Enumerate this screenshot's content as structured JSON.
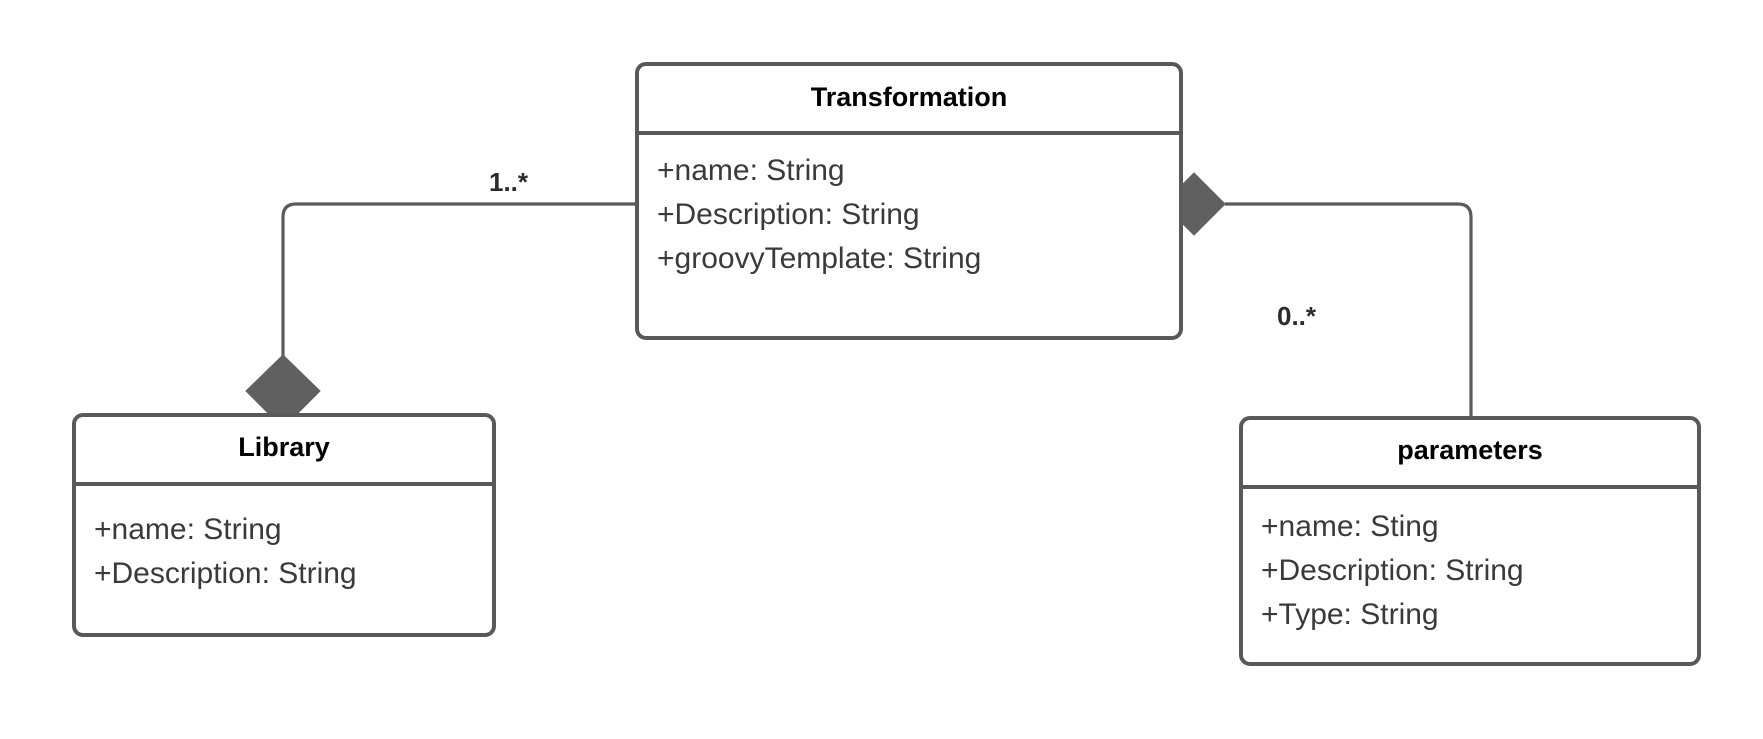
{
  "diagram": {
    "type": "uml-class-diagram",
    "background_color": "#ffffff",
    "border_color": "#595959",
    "diamond_color": "#606060",
    "connector_color": "#5a5a5a",
    "title_color": "#000000",
    "attribute_color": "#3a3a3a"
  },
  "classes": {
    "transformation": {
      "name": "Transformation",
      "attributes": [
        "+name: String",
        "+Description: String",
        "+groovyTemplate: String"
      ]
    },
    "library": {
      "name": "Library",
      "attributes": [
        "+name: String",
        "+Description: String"
      ]
    },
    "parameters": {
      "name": "parameters",
      "attributes": [
        "+name: Sting",
        "+Description: String",
        "+Type: String"
      ]
    }
  },
  "relationships": [
    {
      "id": "library-transformation",
      "kind": "aggregation",
      "whole": "Library",
      "part": "Transformation",
      "multiplicity": "1..*",
      "diamond_at": "Library"
    },
    {
      "id": "transformation-parameters",
      "kind": "aggregation",
      "whole": "Transformation",
      "part": "parameters",
      "multiplicity": "0..*",
      "diamond_at": "Transformation"
    }
  ]
}
